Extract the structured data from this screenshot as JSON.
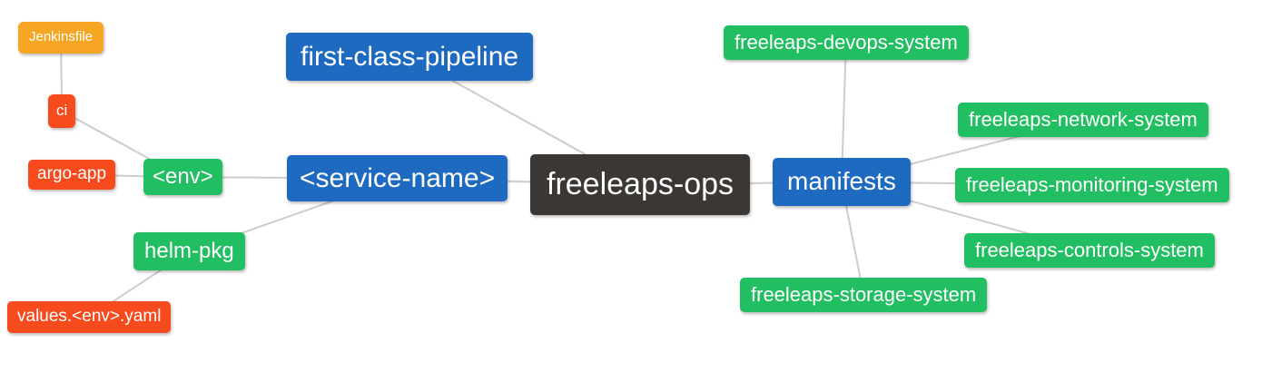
{
  "palette": {
    "blue": "#1f6ac1",
    "green": "#21bf61",
    "red": "#f74a1d",
    "orange": "#f6a623",
    "dark": "#3b3734",
    "edge": "#cccccc",
    "background": "#ffffff",
    "text": "#ffffff"
  },
  "nodes": {
    "jenkinsfile": {
      "label": "Jenkinsfile",
      "color": "orange"
    },
    "ci": {
      "label": "ci",
      "color": "red"
    },
    "argo_app": {
      "label": "argo-app",
      "color": "red"
    },
    "env": {
      "label": "<env>",
      "color": "green"
    },
    "helm_pkg": {
      "label": "helm-pkg",
      "color": "green"
    },
    "values_yaml": {
      "label": "values.<env>.yaml",
      "color": "red"
    },
    "fcp": {
      "label": "first-class-pipeline",
      "color": "blue"
    },
    "service": {
      "label": "<service-name>",
      "color": "blue"
    },
    "ops": {
      "label": "freeleaps-ops",
      "color": "dark"
    },
    "manifests": {
      "label": "manifests",
      "color": "blue"
    },
    "devops": {
      "label": "freeleaps-devops-system",
      "color": "green"
    },
    "network": {
      "label": "freeleaps-network-system",
      "color": "green"
    },
    "monitoring": {
      "label": "freeleaps-monitoring-system",
      "color": "green"
    },
    "controls": {
      "label": "freeleaps-controls-system",
      "color": "green"
    },
    "storage": {
      "label": "freeleaps-storage-system",
      "color": "green"
    }
  },
  "edges": [
    {
      "from": "jenkinsfile",
      "to": "ci"
    },
    {
      "from": "ci",
      "to": "env"
    },
    {
      "from": "argo_app",
      "to": "env"
    },
    {
      "from": "env",
      "to": "service"
    },
    {
      "from": "helm_pkg",
      "to": "service"
    },
    {
      "from": "values_yaml",
      "to": "helm_pkg"
    },
    {
      "from": "fcp",
      "to": "ops"
    },
    {
      "from": "service",
      "to": "ops"
    },
    {
      "from": "ops",
      "to": "manifests"
    },
    {
      "from": "manifests",
      "to": "devops"
    },
    {
      "from": "manifests",
      "to": "network"
    },
    {
      "from": "manifests",
      "to": "monitoring"
    },
    {
      "from": "manifests",
      "to": "controls"
    },
    {
      "from": "manifests",
      "to": "storage"
    }
  ]
}
